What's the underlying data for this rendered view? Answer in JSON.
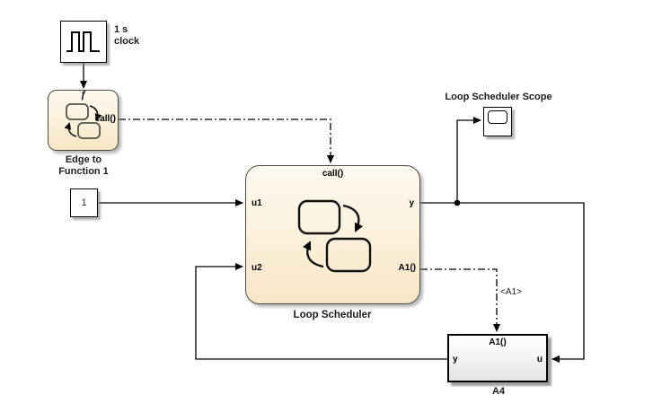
{
  "colors": {
    "background": "#ffffff",
    "chart_fill_top": "#fdf9ef",
    "chart_fill_bottom": "#f8e6c4",
    "chart_border": "#4c4b43",
    "plain_block_border": "#000000",
    "a4_fill_bottom": "#e3e3e3",
    "wire": "#000000",
    "shadow": "#7d7d7d"
  },
  "blocks": {
    "clock": {
      "label_lines": [
        "1 s",
        "clock"
      ]
    },
    "edge_to_function": {
      "label_lines": [
        "Edge to",
        "Function 1"
      ],
      "trigger_symbol": "ƒ",
      "output_port": "call()"
    },
    "constant": {
      "value": "1"
    },
    "loop_scheduler": {
      "label": "Loop Scheduler",
      "ports": {
        "call": "call()",
        "u1": "u1",
        "u2": "u2",
        "y": "y",
        "a1": "A1()"
      }
    },
    "scope": {
      "label": "Loop Scheduler Scope"
    },
    "a4": {
      "label": "A4",
      "ports": {
        "a1": "A1()",
        "y": "y",
        "u": "u"
      }
    }
  },
  "signal_labels": {
    "a1_tag": "<A1>"
  }
}
